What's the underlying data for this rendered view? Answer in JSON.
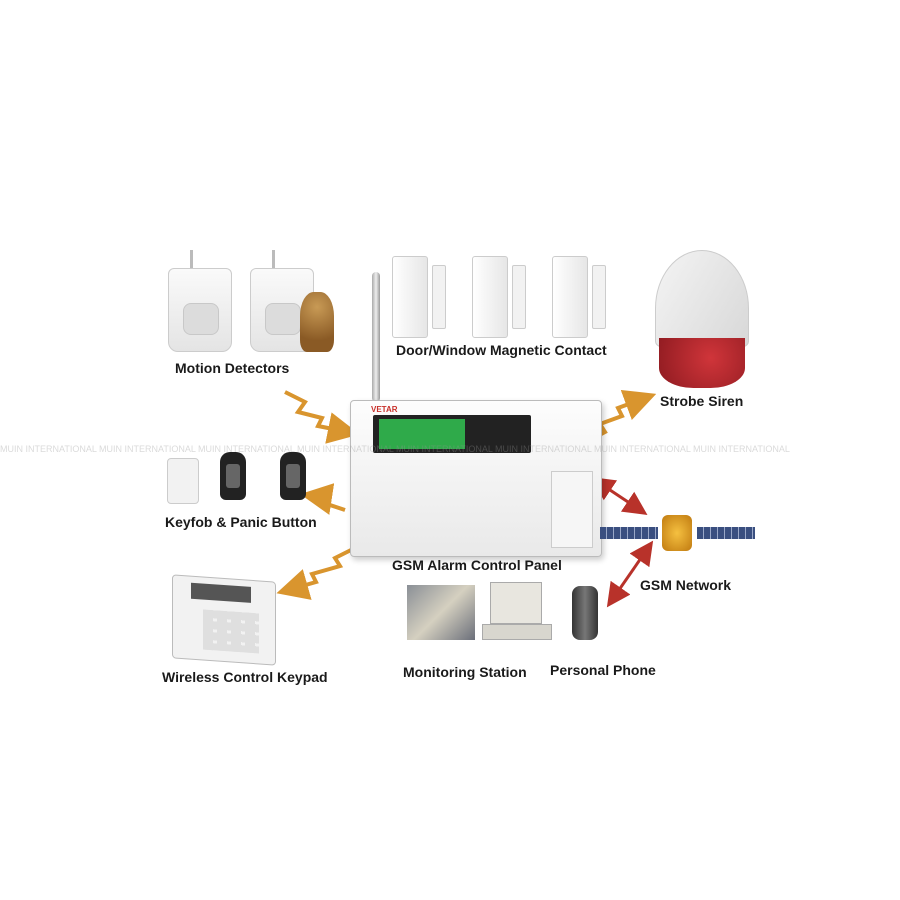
{
  "labels": {
    "motion": "Motion Detectors",
    "door": "Door/Window Magnetic Contact",
    "siren": "Strobe Siren",
    "keyfob": "Keyfob & Panic Button",
    "panel": "GSM Alarm Control Panel",
    "network": "GSM Network",
    "keypad": "Wireless Control Keypad",
    "monitoring": "Monitoring Station",
    "phone": "Personal Phone"
  },
  "panel_brand": "VETAR",
  "watermark": "MUIN INTERNATIONAL MUIN INTERNATIONAL MUIN INTERNATIONAL MUIN INTERNATIONAL MUIN INTERNATIONAL MUIN INTERNATIONAL MUIN INTERNATIONAL MUIN INTERNATIONAL",
  "colors": {
    "arrow_orange": "#d9952e",
    "arrow_red": "#b8322a",
    "lcd_green": "#2faa4a",
    "siren_red": "#b0242a"
  }
}
